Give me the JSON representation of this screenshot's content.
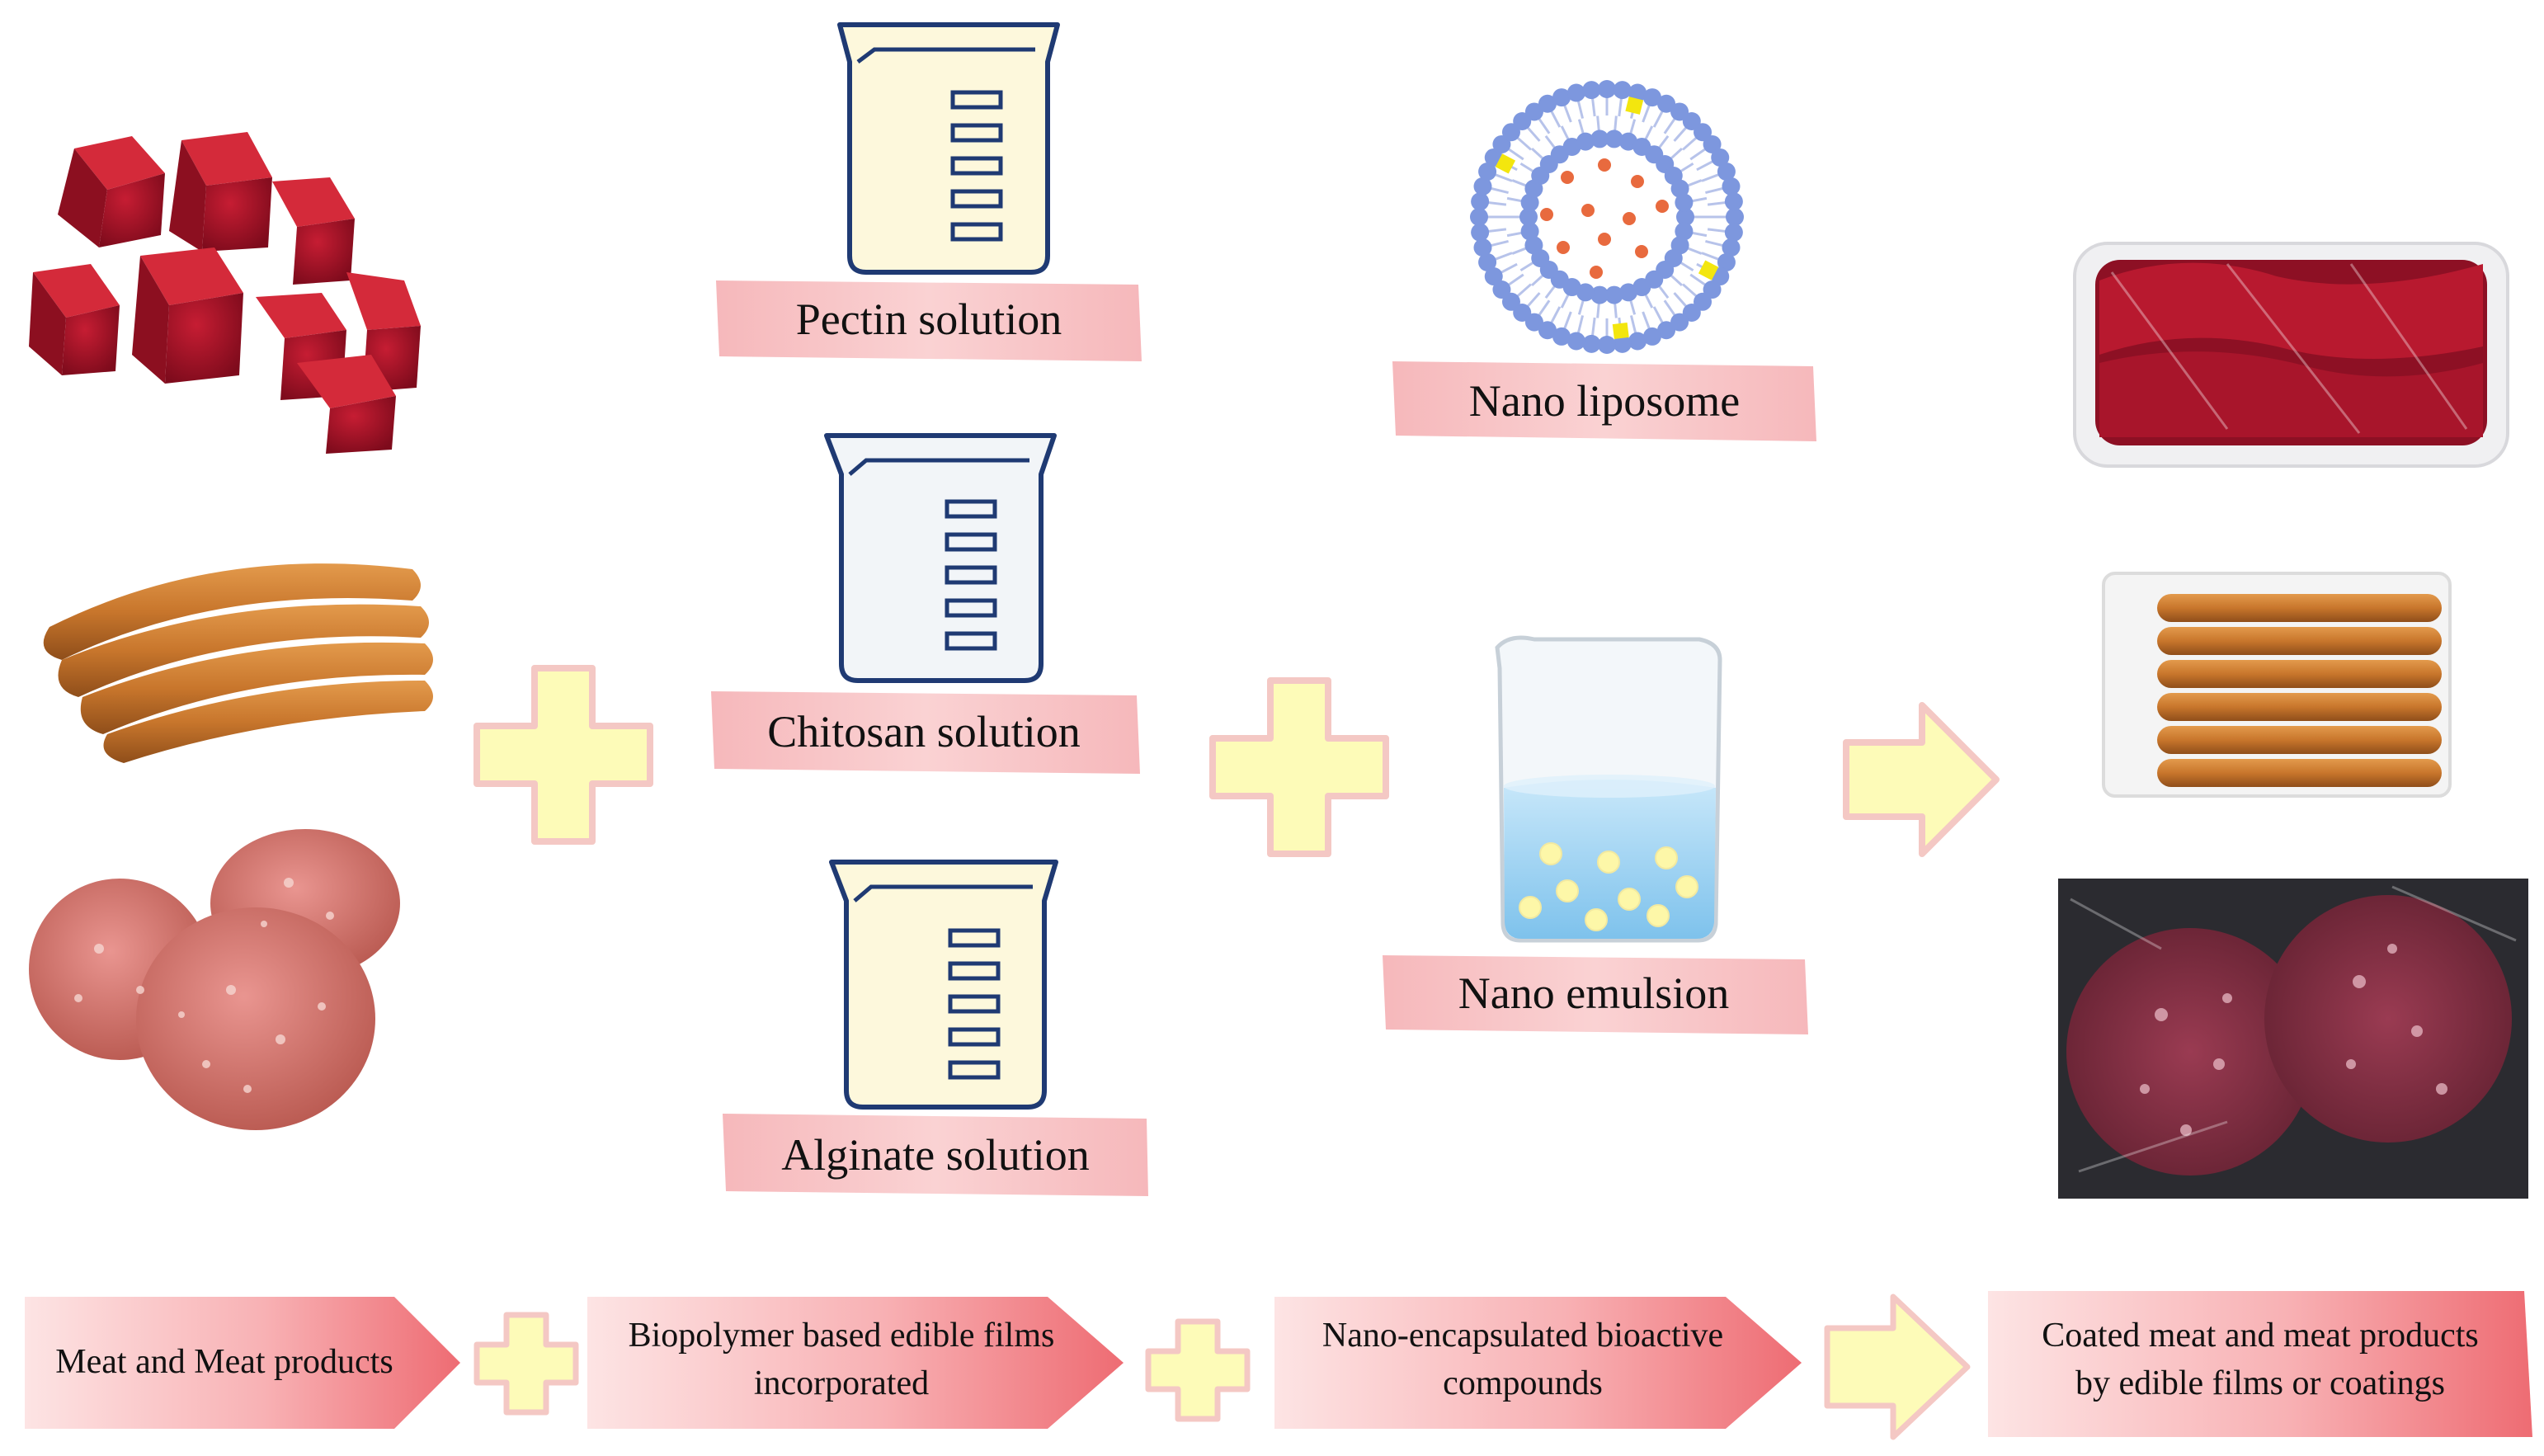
{
  "solutions": {
    "pectin": "Pectin solution",
    "chitosan": "Chitosan solution",
    "alginate": "Alginate solution"
  },
  "nano": {
    "liposome": "Nano liposome",
    "emulsion": "Nano emulsion"
  },
  "flow": {
    "meat": "Meat and Meat products",
    "biopolymer_line1": "Biopolymer based edible films",
    "biopolymer_line2": "incorporated",
    "nano_line1": "Nano-encapsulated bioactive",
    "nano_line2": "compounds",
    "coated_line1": "Coated meat and meat products",
    "coated_line2": "by edible films or coatings"
  },
  "colors": {
    "label_fill": "#f9c6c9",
    "plus_fill": "#fdfbb8",
    "plus_stroke": "#f4c8c4",
    "beaker_fill": "#fdf8dc",
    "beaker_stroke": "#1f3a73",
    "liposome_head": "#7d97de",
    "liposome_core": "#e86a3e",
    "liposome_marker": "#f3e60e",
    "meat": "#a8132a",
    "sausage": "#c8762c",
    "patty": "#d9807a",
    "emulsion_water": "#a6d6f2",
    "droplet": "#fdf7a8"
  }
}
